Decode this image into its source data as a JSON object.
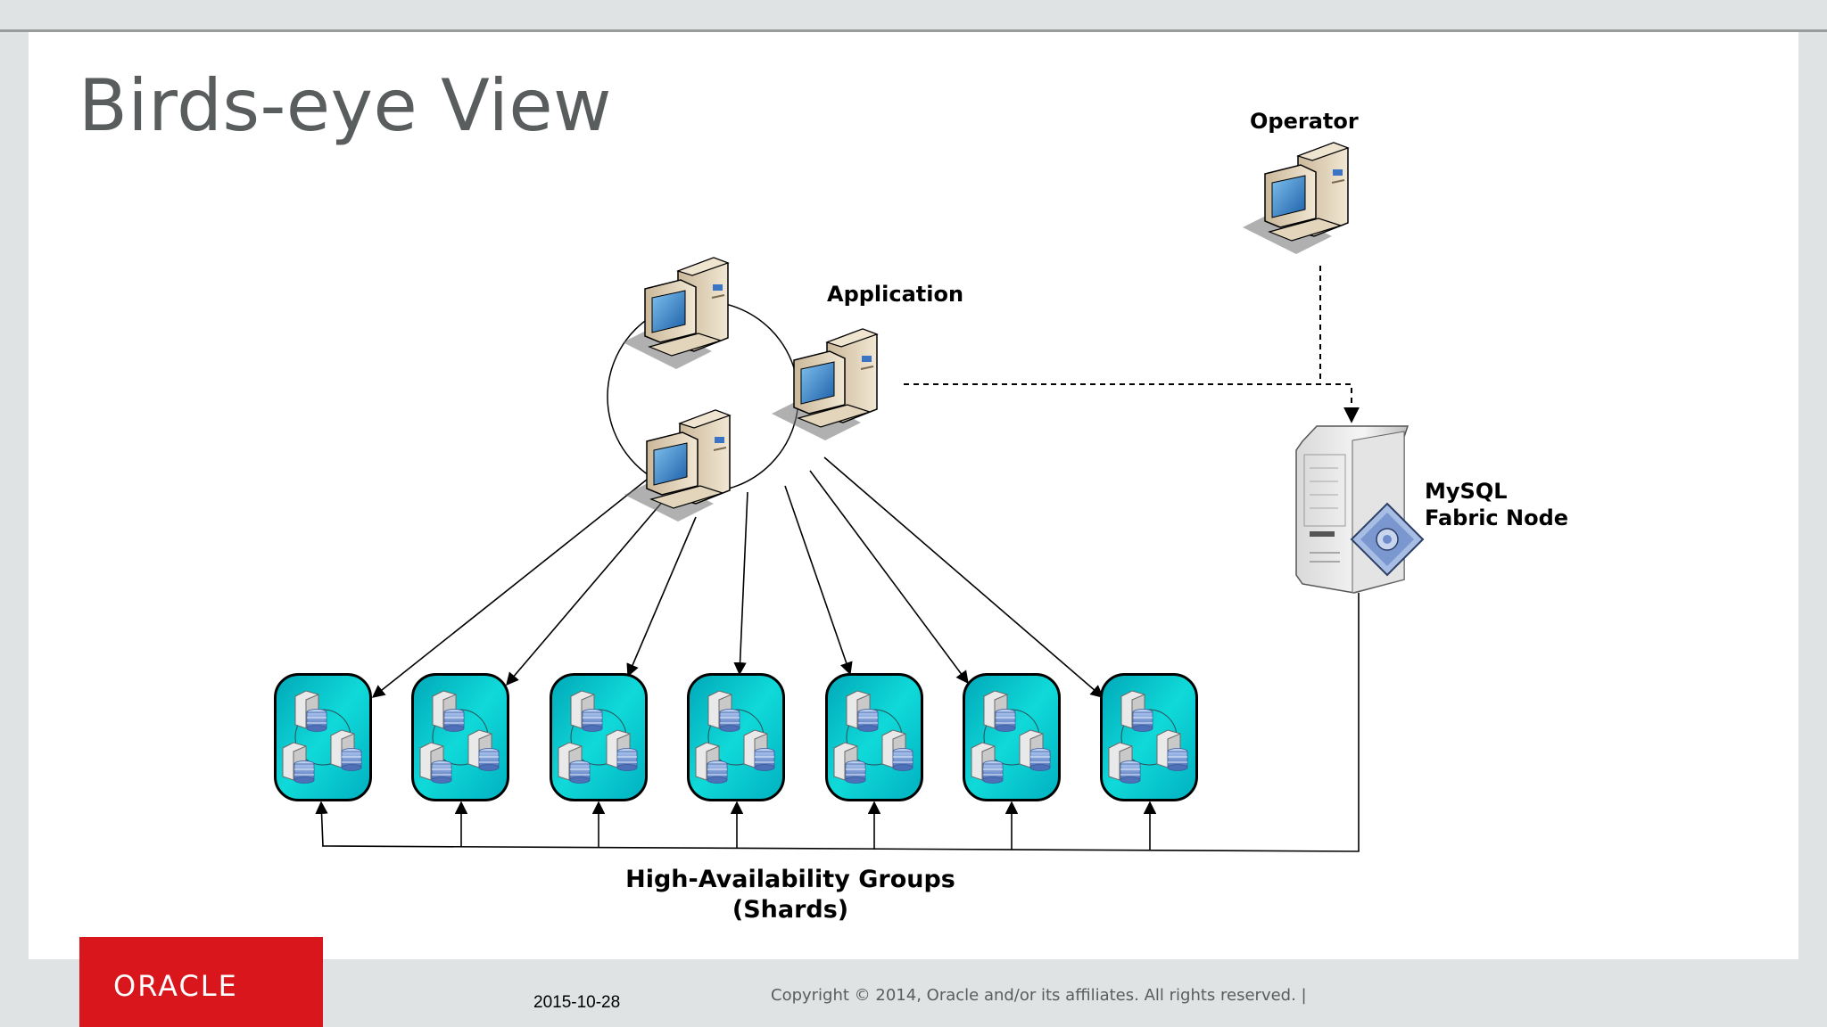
{
  "slide": {
    "title": "Birds-eye View"
  },
  "labels": {
    "operator": "Operator",
    "application": "Application",
    "fabric_line1": "MySQL",
    "fabric_line2": "Fabric Node",
    "groups_line1": "High-Availability Groups",
    "groups_line2": "(Shards)"
  },
  "footer": {
    "logo_text": "ORACLE",
    "date": "2015-10-28",
    "copyright": "Copyright © 2014, Oracle and/or its affiliates. All rights reserved.  |"
  },
  "colors": {
    "oracle_red": "#d8161c",
    "shard_fill": "#10d6d6",
    "title_gray": "#5a5d5e"
  },
  "icons": [
    "computer-icon",
    "server-icon",
    "database-server-icon",
    "gear-icon"
  ]
}
